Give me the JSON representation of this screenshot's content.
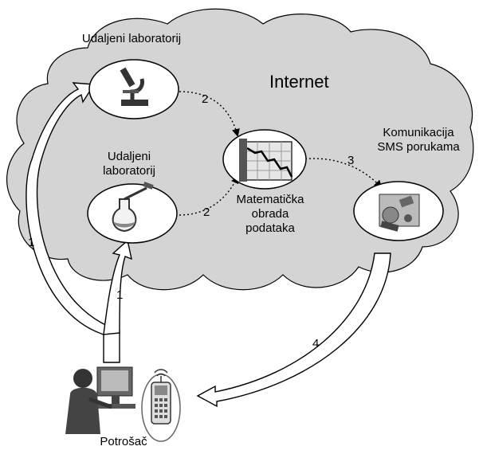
{
  "cloud": {
    "label": "Internet"
  },
  "nodes": {
    "lab_top": {
      "label": "Udaljeni laboratorij",
      "icon": "microscope-icon"
    },
    "lab_bottom": {
      "label": "Udaljeni laboratorij",
      "icon": "flask-icon"
    },
    "math": {
      "label": "Matematička obrada podataka",
      "icon": "stock-chart-icon"
    },
    "sms": {
      "label": "Komunikacija SMS porukama",
      "icon": "satellite-communication-icon"
    },
    "consumer": {
      "label": "Potrošač",
      "icons": [
        "person-at-computer-icon",
        "mobile-phone-icon"
      ]
    }
  },
  "steps": {
    "s1_left": "1",
    "s1_mid": "1",
    "s2_top": "2",
    "s2_bottom": "2",
    "s3": "3",
    "s4": "4"
  },
  "colors": {
    "cloud": "#d4d4d4",
    "outline": "#000000",
    "node_fill": "#ffffff"
  }
}
